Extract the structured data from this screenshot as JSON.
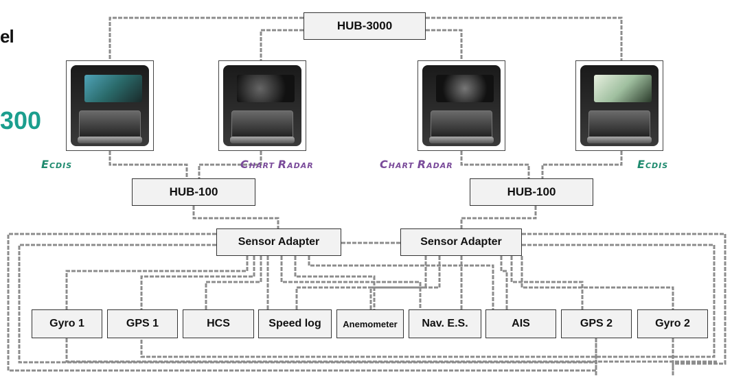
{
  "cutoff_text": {
    "line1": "el",
    "line2": "300"
  },
  "colors": {
    "wire": "#8c8c8c",
    "ecdis_brand": "#1e8a6e",
    "radar_brand": "#7a4b9a",
    "teal_text": "#1b9e8e"
  },
  "hubs": {
    "main": "HUB-3000",
    "left": "HUB-100",
    "right": "HUB-100"
  },
  "adapters": {
    "left": "Sensor Adapter",
    "right": "Sensor Adapter"
  },
  "consoles": [
    {
      "brand_initial": "E",
      "brand_rest": "CDIS",
      "icon": "ecdis-console-icon"
    },
    {
      "brand_initial": "C",
      "brand_rest": "HART",
      "brand_initial2": "R",
      "brand_rest2": "ADAR",
      "icon": "chart-radar-console-icon"
    },
    {
      "brand_initial": "C",
      "brand_rest": "HART",
      "brand_initial2": "R",
      "brand_rest2": "ADAR",
      "icon": "chart-radar-console-icon"
    },
    {
      "brand_initial": "E",
      "brand_rest": "CDIS",
      "icon": "ecdis-console-icon"
    }
  ],
  "sensors": [
    "Gyro 1",
    "GPS 1",
    "HCS",
    "Speed log",
    "Anemometer",
    "Nav. E.S.",
    "AIS",
    "GPS 2",
    "Gyro 2"
  ]
}
